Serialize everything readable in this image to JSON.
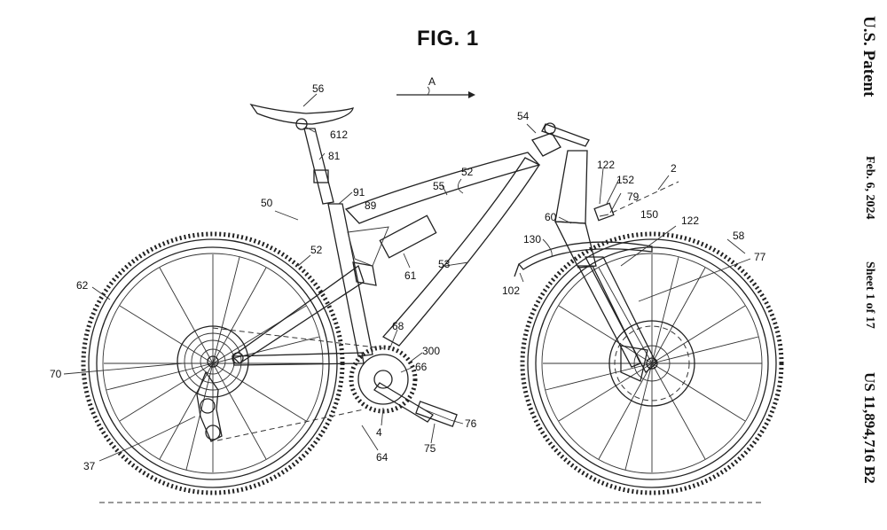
{
  "figure": {
    "title": "FIG. 1",
    "direction_label": "A"
  },
  "header": {
    "publisher": "U.S. Patent",
    "date": "Feb. 6, 2024",
    "sheet": "Sheet 1 of 17",
    "patent_number": "US 11,894,716 B2"
  },
  "reference_numerals": {
    "saddle": "56",
    "seat_clamp": "612",
    "seatpost": "81",
    "frame_assembly": "50",
    "shock_upper": "91",
    "shock_lower": "89",
    "top_tube": "52",
    "top_tube_mark": "55",
    "handlebar": "54",
    "head_tube": "122",
    "sensor": "152",
    "sensor_b": "79",
    "axis": "2",
    "fork": "60",
    "fork_sensor": "150",
    "front_mudguard": "122",
    "fender": "130",
    "front_wheel": "58",
    "front_hub": "77",
    "fender_end": "102",
    "down_tube": "53",
    "battery": "61",
    "seat_stay": "52",
    "rear_wheel": "62",
    "chainring": "68",
    "crank_spindle": "300",
    "chain": "66",
    "cassette": "70",
    "crank": "4",
    "pedal": "75",
    "pedal_axle": "76",
    "drivetrain": "64",
    "derailleur": "37"
  }
}
